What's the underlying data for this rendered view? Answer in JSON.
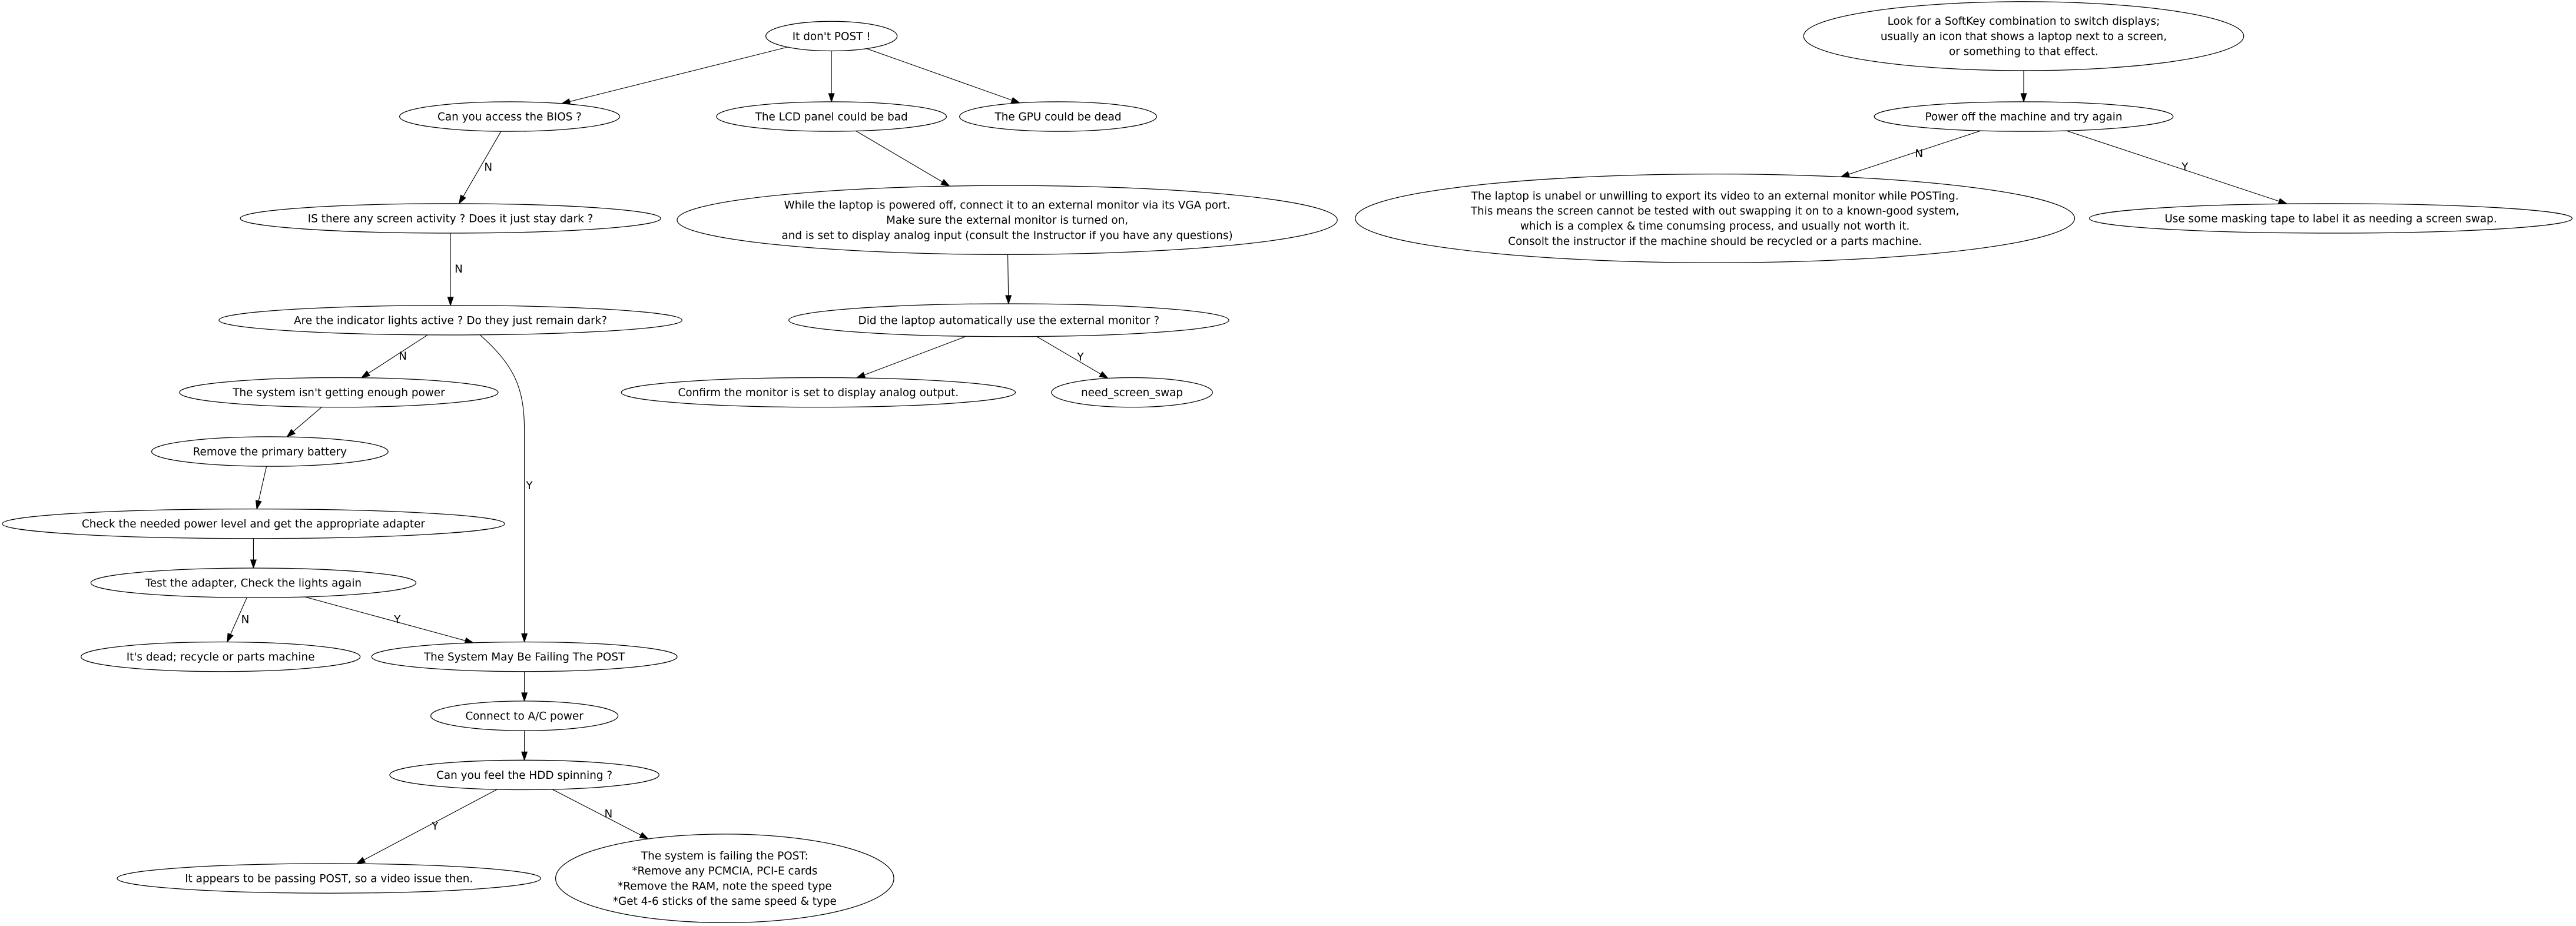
{
  "diagram": {
    "type": "flowchart",
    "nodes": [
      {
        "id": "n0",
        "lines": [
          "It don't POST !"
        ]
      },
      {
        "id": "n1",
        "lines": [
          "Can you access the BIOS ?"
        ]
      },
      {
        "id": "n2",
        "lines": [
          "The LCD panel could be bad"
        ]
      },
      {
        "id": "n3",
        "lines": [
          "The GPU could be dead"
        ]
      },
      {
        "id": "n4",
        "lines": [
          "IS there any screen activity ? Does it just stay dark ?"
        ]
      },
      {
        "id": "n5",
        "lines": [
          "While the laptop is powered off, connect it to an external monitor via its VGA port.",
          "Make sure the external monitor is turned on,",
          "and is set to display analog input (consult the Instructor if you have any questions)"
        ]
      },
      {
        "id": "n6",
        "lines": [
          "Are the indicator lights active ? Do they just remain dark?"
        ]
      },
      {
        "id": "n7",
        "lines": [
          "Did the laptop automatically use the external monitor ?"
        ]
      },
      {
        "id": "n8",
        "lines": [
          "The system isn't getting enough power"
        ]
      },
      {
        "id": "n9",
        "lines": [
          "Confirm the monitor is set to display analog output."
        ]
      },
      {
        "id": "n10",
        "lines": [
          "need_screen_swap"
        ]
      },
      {
        "id": "n11",
        "lines": [
          "Remove the primary battery"
        ]
      },
      {
        "id": "n12",
        "lines": [
          "Check the needed power level and get the appropriate adapter"
        ]
      },
      {
        "id": "n13",
        "lines": [
          "Test the adapter, Check the lights again"
        ]
      },
      {
        "id": "n14",
        "lines": [
          "It's dead; recycle or parts machine"
        ]
      },
      {
        "id": "n15",
        "lines": [
          "The System May Be Failing The POST"
        ]
      },
      {
        "id": "n16",
        "lines": [
          "Connect to A/C power"
        ]
      },
      {
        "id": "n17",
        "lines": [
          "Can you feel the HDD spinning ?"
        ]
      },
      {
        "id": "n18",
        "lines": [
          "It appears to be passing POST, so a video issue then."
        ]
      },
      {
        "id": "n19",
        "lines": [
          "The system is failing the POST:",
          "*Remove any PCMCIA, PCI-E cards",
          "*Remove the RAM, note the speed  type",
          "*Get 4-6 sticks of the same speed & type"
        ]
      },
      {
        "id": "n20",
        "lines": [
          "Look for a SoftKey combination to switch displays;",
          "usually an icon that shows a laptop next to a screen,",
          "or something to that effect."
        ]
      },
      {
        "id": "n21",
        "lines": [
          "Power off the machine and try again"
        ]
      },
      {
        "id": "n22",
        "lines": [
          "The laptop is unabel or unwilling to export its video to an external monitor while POSTing.",
          "This means the screen cannot be tested with out swapping it on to a known-good system,",
          "which is a complex & time conumsing process, and usually not worth it.",
          "Consolt the instructor if the machine should be recycled or a parts machine."
        ]
      },
      {
        "id": "n23",
        "lines": [
          "Use some masking tape to label it as needing a screen swap."
        ]
      }
    ],
    "edges": [
      {
        "from": "n0",
        "to": "n1",
        "label": ""
      },
      {
        "from": "n0",
        "to": "n2",
        "label": ""
      },
      {
        "from": "n0",
        "to": "n3",
        "label": ""
      },
      {
        "from": "n1",
        "to": "n4",
        "label": "N"
      },
      {
        "from": "n4",
        "to": "n6",
        "label": "N"
      },
      {
        "from": "n6",
        "to": "n8",
        "label": "N"
      },
      {
        "from": "n6",
        "to": "n15",
        "label": "Y"
      },
      {
        "from": "n8",
        "to": "n11",
        "label": ""
      },
      {
        "from": "n11",
        "to": "n12",
        "label": ""
      },
      {
        "from": "n12",
        "to": "n13",
        "label": ""
      },
      {
        "from": "n13",
        "to": "n14",
        "label": "N"
      },
      {
        "from": "n13",
        "to": "n15",
        "label": "Y"
      },
      {
        "from": "n15",
        "to": "n16",
        "label": ""
      },
      {
        "from": "n16",
        "to": "n17",
        "label": ""
      },
      {
        "from": "n17",
        "to": "n18",
        "label": "Y"
      },
      {
        "from": "n17",
        "to": "n19",
        "label": "N"
      },
      {
        "from": "n2",
        "to": "n5",
        "label": ""
      },
      {
        "from": "n5",
        "to": "n7",
        "label": ""
      },
      {
        "from": "n7",
        "to": "n9",
        "label": ""
      },
      {
        "from": "n7",
        "to": "n10",
        "label": "Y"
      },
      {
        "from": "n20",
        "to": "n21",
        "label": ""
      },
      {
        "from": "n21",
        "to": "n22",
        "label": "N"
      },
      {
        "from": "n21",
        "to": "n23",
        "label": "Y"
      }
    ]
  }
}
